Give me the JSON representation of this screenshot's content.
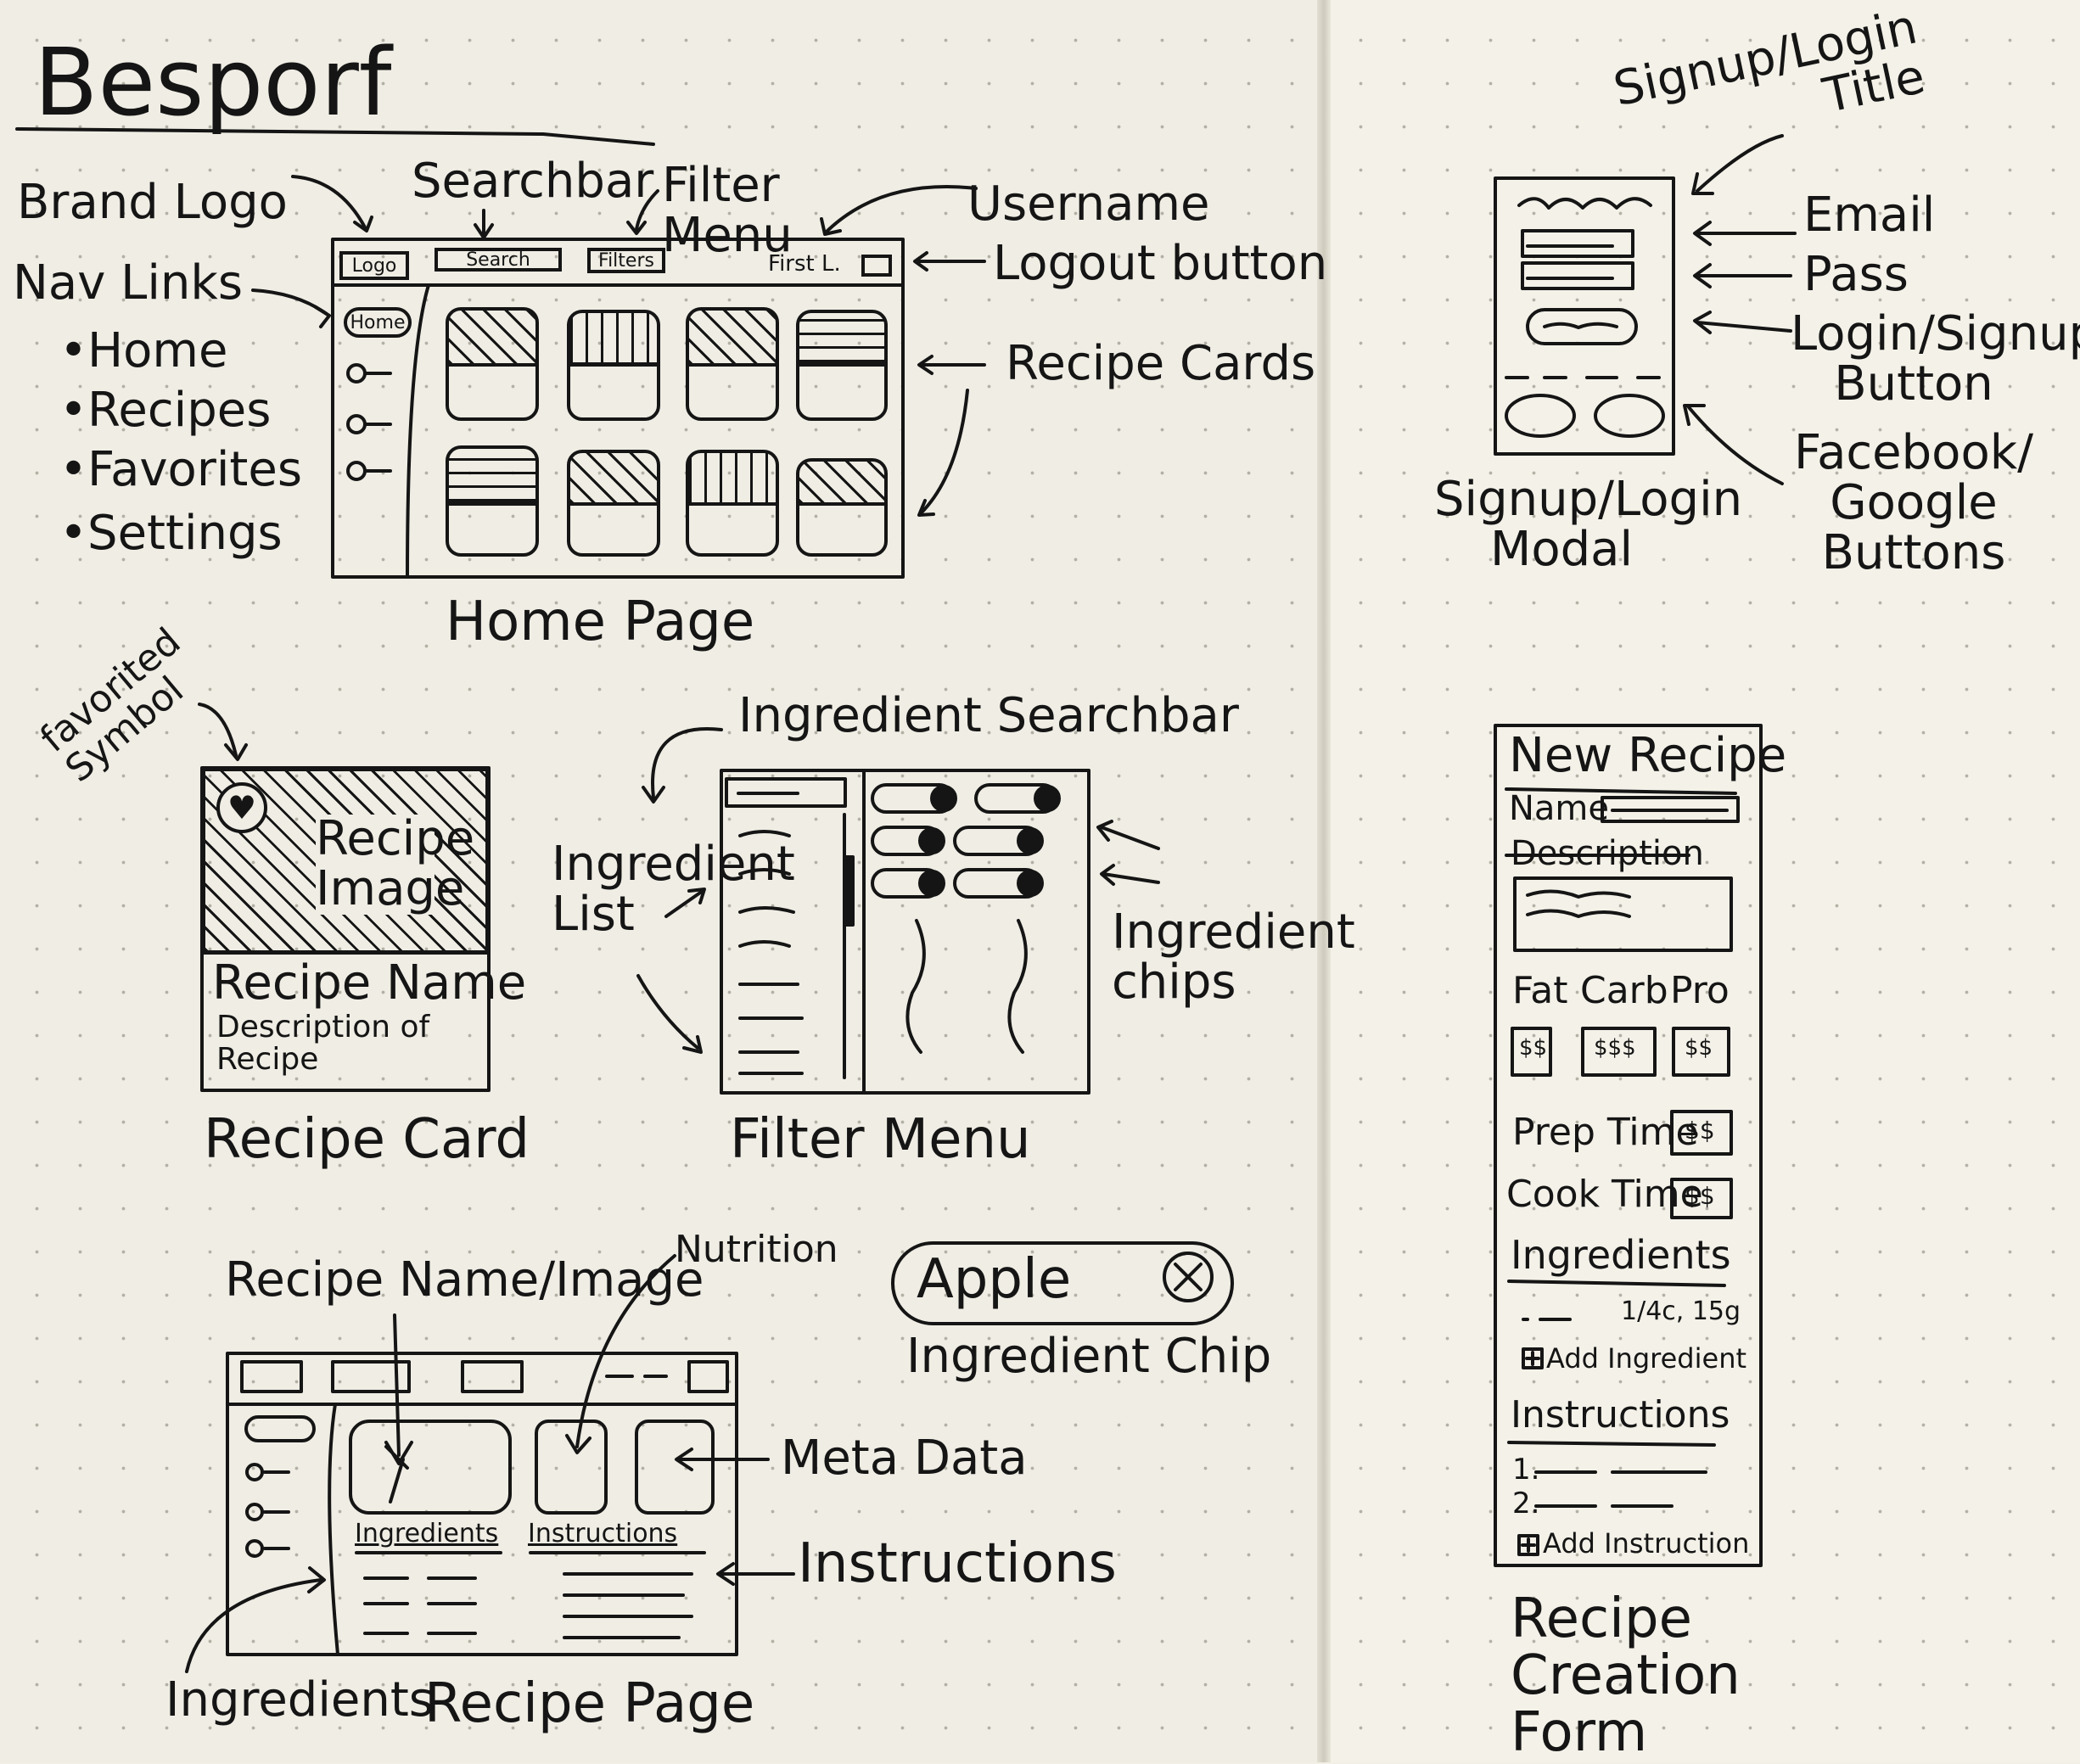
{
  "title": "Besporf",
  "home_page": {
    "caption": "Home Page",
    "annotations": {
      "brand_logo": "Brand Logo",
      "searchbar": "Searchbar",
      "filter_menu": "Filter Menu",
      "username": "Username",
      "logout_button": "Logout button",
      "nav_links": "Nav Links",
      "recipe_cards": "Recipe Cards"
    },
    "nav_list": [
      "•Home",
      "•Recipes",
      "•Favorites",
      "•Settings"
    ],
    "wire": {
      "logo": "Logo",
      "search": "Search",
      "filters": "Filters",
      "first_last": "First L.",
      "home_pill": "Home"
    }
  },
  "recipe_card": {
    "caption": "Recipe Card",
    "favorited_symbol": "favorited Symbol",
    "image_label": "Recipe Image",
    "name": "Recipe Name",
    "description": "Description of Recipe"
  },
  "filter_menu": {
    "caption": "Filter Menu",
    "ingredient_searchbar": "Ingredient Searchbar",
    "ingredient_list": "Ingredient List",
    "ingredient_chips": "Ingredient chips"
  },
  "ingredient_chip": {
    "label": "Apple",
    "caption": "Ingredient Chip"
  },
  "recipe_page": {
    "caption": "Recipe Page",
    "recipe_name_image": "Recipe Name/Image",
    "nutrition": "Nutrition",
    "meta_data": "Meta Data",
    "instructions": "Instructions",
    "ingredients_note": "Ingredients",
    "tab_ingredients": "Ingredients",
    "tab_instructions": "Instructions"
  },
  "signup_modal": {
    "caption": "Signup/Login Modal",
    "title_note": "Signup/Login Title",
    "email": "Email",
    "pass": "Pass",
    "button_note": "Login/Signup Button",
    "social_note": "Facebook/ Google Buttons"
  },
  "recipe_form": {
    "caption": "Recipe Creation Form",
    "heading": "New Recipe",
    "name": "Name",
    "description": "Description",
    "fat": "Fat",
    "carb": "Carb",
    "pro": "Pro",
    "fat_val": "$$",
    "carb_val": "$$$",
    "pro_val": "$$",
    "prep_time": "Prep Time",
    "prep_val": "$$",
    "cook_time": "Cook Time",
    "cook_val": "$$",
    "ingredients": "Ingredients",
    "ingredient_line": "1/4c, 15g",
    "add_ingredient": "Add Ingredient",
    "instructions": "Instructions",
    "step1": "1.",
    "step2": "2.",
    "add_instruction": "Add Instruction"
  }
}
